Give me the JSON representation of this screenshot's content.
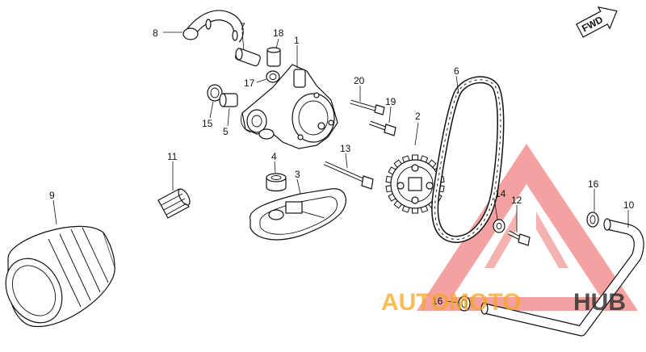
{
  "diagram": {
    "callouts": {
      "n1": "1",
      "n2": "2",
      "n3": "3",
      "n4": "4",
      "n5": "5",
      "n6": "6",
      "n7": "7",
      "n8": "8",
      "n9": "9",
      "n10": "10",
      "n11": "11",
      "n12": "12",
      "n13": "13",
      "n14": "14",
      "n15": "15",
      "n16a": "16",
      "n16b": "16",
      "n17": "17",
      "n18": "18",
      "n19": "19",
      "n20": "20"
    },
    "direction_label": "FWD",
    "watermark": {
      "word_auto": "AUTO",
      "word_moto": "MOTO",
      "word_hub": "HUB",
      "colors": {
        "red": "#e53935",
        "gold": "#f5a623",
        "dark": "#2b2b2b"
      }
    }
  }
}
